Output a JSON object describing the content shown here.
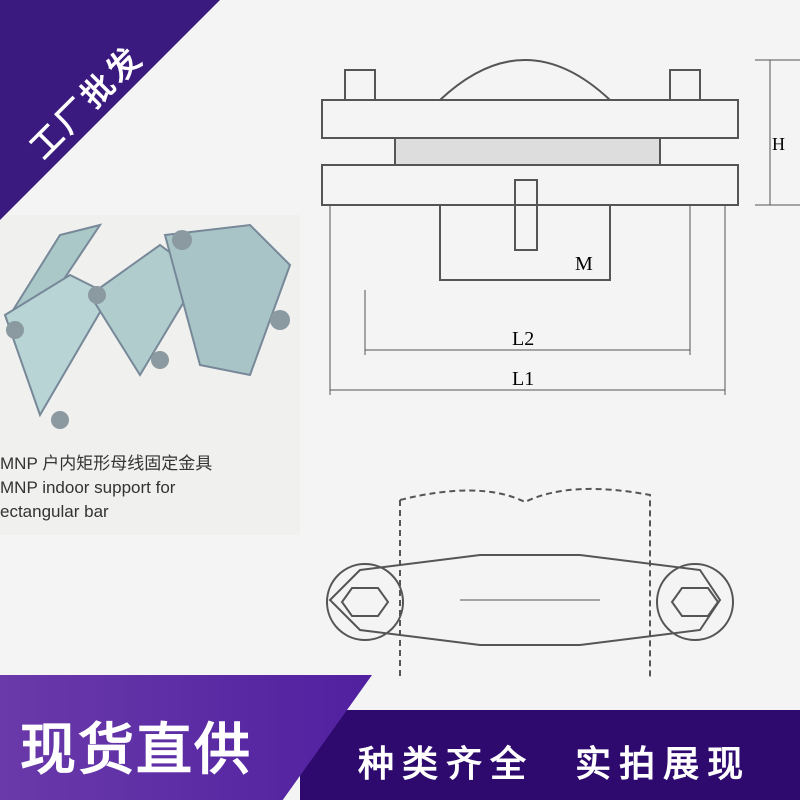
{
  "corner_badge": "工厂批发",
  "caption": {
    "line1": "MNP 户内矩形母线固定金具",
    "line2": "MNP indoor support for",
    "line3": "ectangular bar"
  },
  "drawing_labels": {
    "h": "H",
    "m": "M",
    "l2": "L2",
    "l1": "L1"
  },
  "banner": {
    "main": "现货直供",
    "sub1": "种类齐全",
    "sub2": "实拍展现"
  },
  "colors": {
    "purple_dark": "#2e0a6e",
    "purple_light": "#6a3aaa"
  }
}
